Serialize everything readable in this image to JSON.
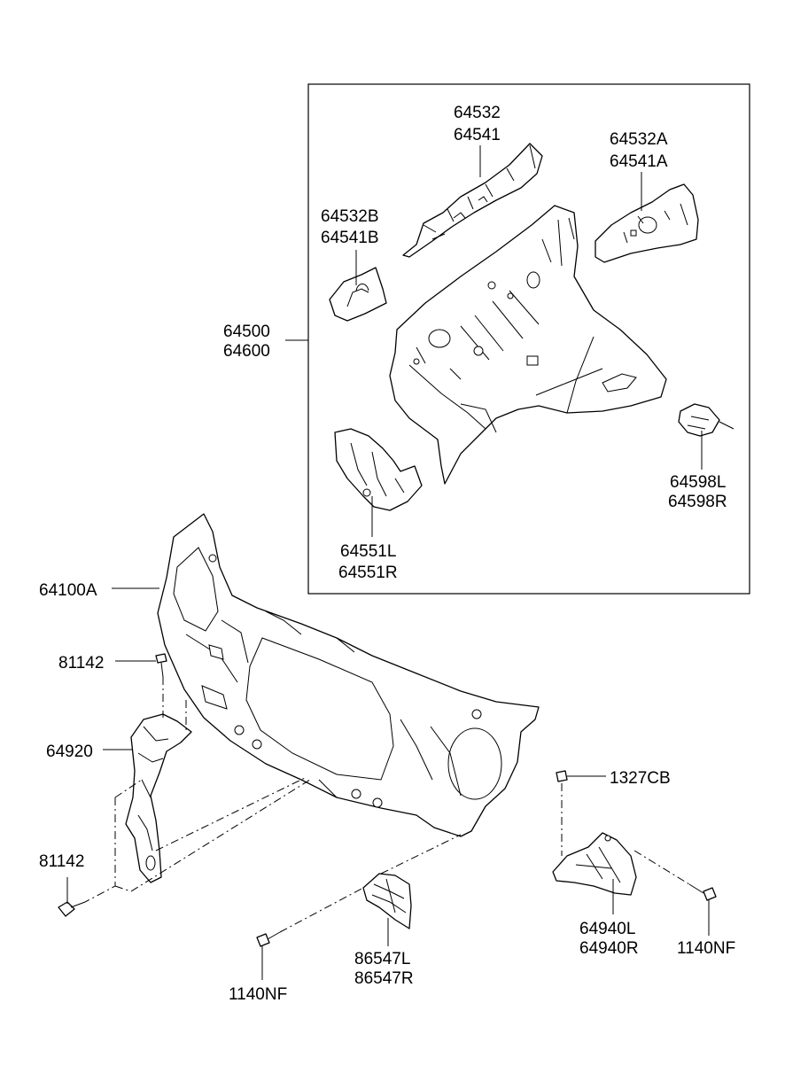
{
  "labels": {
    "p64532": "64532",
    "p64541": "64541",
    "p64532A": "64532A",
    "p64541A": "64541A",
    "p64532B": "64532B",
    "p64541B": "64541B",
    "p64500": "64500",
    "p64600": "64600",
    "p64598L": "64598L",
    "p64598R": "64598R",
    "p64551L": "64551L",
    "p64551R": "64551R",
    "p64100A": "64100A",
    "p81142_top": "81142",
    "p64920": "64920",
    "p81142_bottom": "81142",
    "p1327CB": "1327CB",
    "p64940L": "64940L",
    "p64940R": "64940R",
    "p1140NF_right": "1140NF",
    "p86547L": "86547L",
    "p86547R": "86547R",
    "p1140NF_left": "1140NF"
  }
}
